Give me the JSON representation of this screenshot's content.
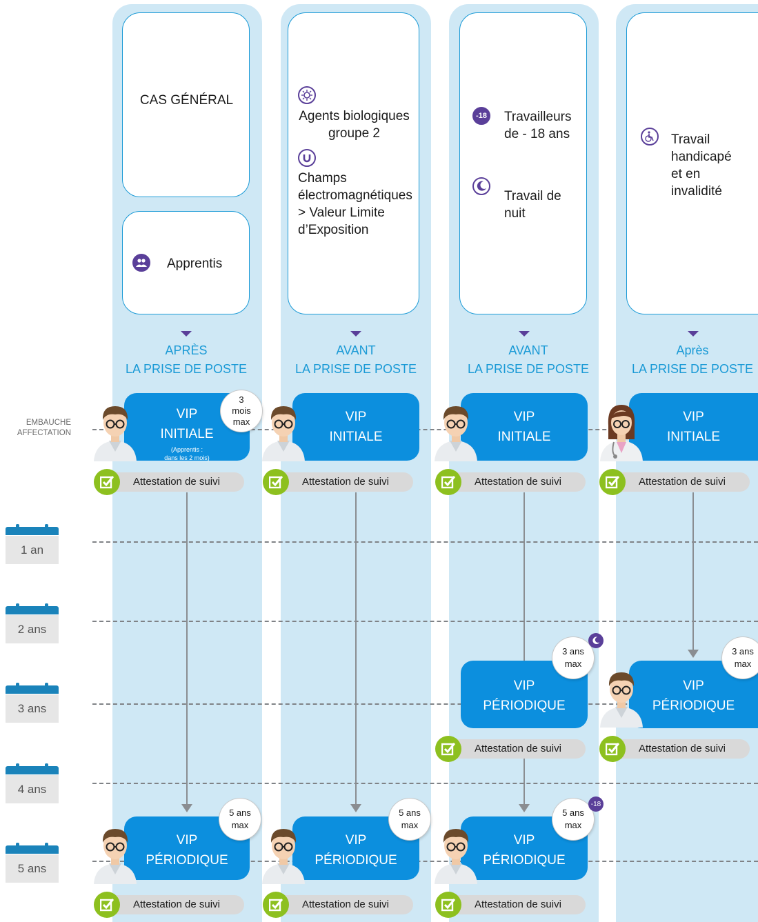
{
  "timeline": {
    "embauche_line1": "EMBAUCHE",
    "embauche_line2": "AFFECTATION",
    "years": [
      "1 an",
      "2 ans",
      "3 ans",
      "4 ans",
      "5 ans"
    ]
  },
  "columns": [
    {
      "title": "CAS GÉNÉRAL",
      "sub_label": "Apprentis",
      "timing_line1": "APRÈS",
      "timing_line2": "LA PRISE DE POSTE",
      "initial": {
        "line1": "VIP",
        "line2": "INITIALE",
        "note_line1": "(Apprentis :",
        "note_line2": "dans les 2 mois)",
        "badge_line1": "3",
        "badge_line2": "mois",
        "badge_line3": "max"
      },
      "attestation": "Attestation de suivi",
      "periodic": {
        "line1": "VIP",
        "line2": "PÉRIODIQUE",
        "badge_line1": "5 ans",
        "badge_line2": "max"
      },
      "attestation_2": "Attestation de suivi"
    },
    {
      "items": [
        {
          "line1": "Agents biologiques",
          "line2": "groupe 2"
        },
        {
          "line1": "Champs",
          "line2": "électromagnétiques",
          "line3": "> Valeur Limite",
          "line4": "d’Exposition"
        }
      ],
      "timing_line1": "AVANT",
      "timing_line2": "LA PRISE DE POSTE",
      "initial": {
        "line1": "VIP",
        "line2": "INITIALE"
      },
      "attestation": "Attestation de suivi",
      "periodic": {
        "line1": "VIP",
        "line2": "PÉRIODIQUE",
        "badge_line1": "5 ans",
        "badge_line2": "max"
      },
      "attestation_2": "Attestation de suivi"
    },
    {
      "items": [
        {
          "line1": "Travailleurs",
          "line2": "de - 18 ans",
          "icon_text": "-18"
        },
        {
          "line1": "Travail de",
          "line2": "nuit"
        }
      ],
      "timing_line1": "AVANT",
      "timing_line2": "LA PRISE DE POSTE",
      "initial": {
        "line1": "VIP",
        "line2": "INITIALE"
      },
      "attestation": "Attestation de suivi",
      "periodic_3": {
        "line1": "VIP",
        "line2": "PÉRIODIQUE",
        "badge_line1": "3 ans",
        "badge_line2": "max"
      },
      "attestation_3": "Attestation de suivi",
      "periodic": {
        "line1": "VIP",
        "line2": "PÉRIODIQUE",
        "badge_line1": "5 ans",
        "badge_line2": "max",
        "mini_badge": "-18"
      },
      "attestation_2": "Attestation de suivi"
    },
    {
      "items": [
        {
          "line1": "Travail",
          "line2": "handicapé",
          "line3": "et en",
          "line4": "invalidité"
        }
      ],
      "timing_line1": "Après",
      "timing_line2": "LA PRISE DE POSTE",
      "initial": {
        "line1": "VIP",
        "line2": "INITIALE"
      },
      "attestation": "Attestation de suivi",
      "periodic_3": {
        "line1": "VIP",
        "line2": "PÉRIODIQUE",
        "badge_line1": "3 ans",
        "badge_line2": "max"
      },
      "attestation_3": "Attestation de suivi"
    }
  ],
  "colors": {
    "column_bg": "#cfe8f5",
    "vip_blue": "#0c8fde",
    "timing_blue": "#1a9ad6",
    "purple": "#5a3f99",
    "check_green": "#8dc01f",
    "calendar_blue": "#1a83ba"
  }
}
